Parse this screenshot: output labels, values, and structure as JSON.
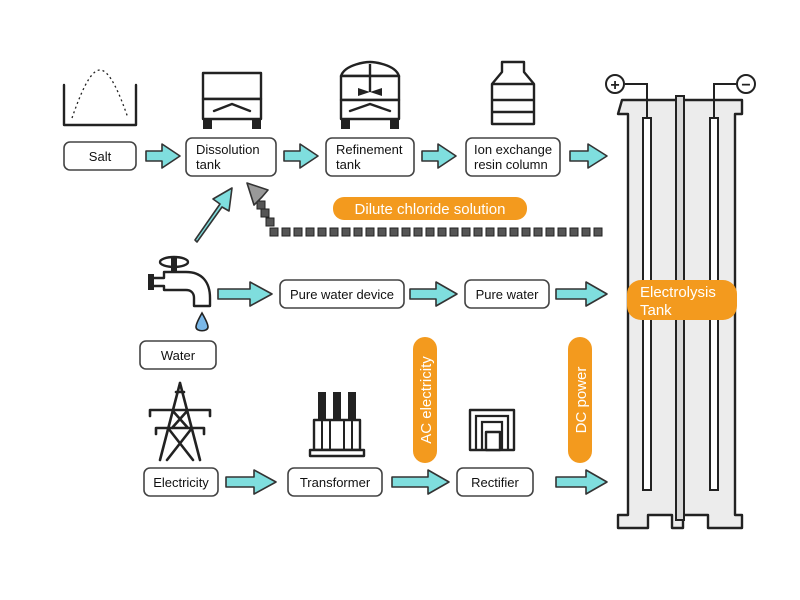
{
  "nodes": {
    "salt": "Salt",
    "dissolution_tank": [
      "Dissolution",
      "tank"
    ],
    "refinement_tank": [
      "Refinement",
      "tank"
    ],
    "ion_exchange": [
      "Ion exchange",
      "resin column"
    ],
    "water": "Water",
    "pure_water_device": "Pure water device",
    "pure_water": "Pure water",
    "electricity": "Electricity",
    "transformer": "Transformer",
    "rectifier": "Rectifier",
    "electrolysis_tank": [
      "Electrolysis",
      "Tank"
    ]
  },
  "labels": {
    "dilute_chloride": "Dilute chloride solution",
    "ac_electricity": "AC electricity",
    "dc_power": "DC power"
  },
  "terminals": {
    "positive": "+",
    "negative": "−"
  },
  "colors": {
    "arrow_fill": "#7fdede",
    "label_orange": "#f39a1e",
    "tank_fill": "#ececec"
  }
}
